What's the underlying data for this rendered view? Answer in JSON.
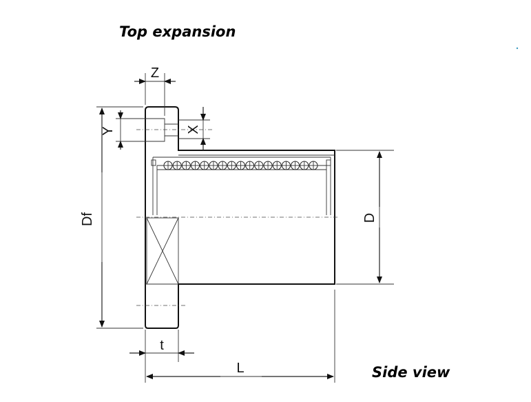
{
  "captions": {
    "top": "Top expansion",
    "side": "Side view"
  },
  "dimensions": {
    "Z": "Z",
    "Y": "Y",
    "X": "X",
    "Df": "Df",
    "D": "D",
    "t": "t",
    "L": "L"
  },
  "balls": {
    "count": 17
  }
}
